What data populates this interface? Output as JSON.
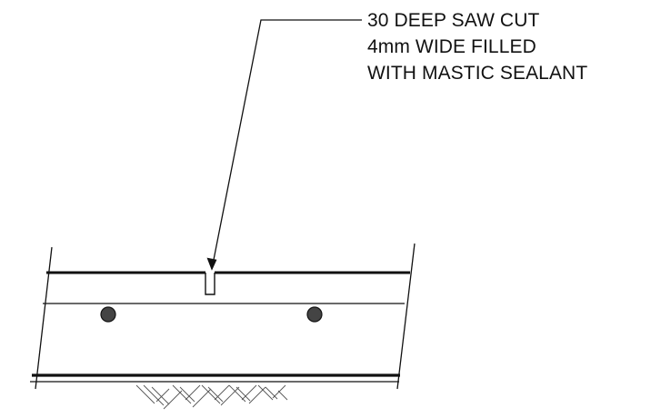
{
  "note": {
    "lines": [
      "30 DEEP SAW CUT",
      "4mm WIDE FILLED",
      "WITH MASTIC SEALANT"
    ]
  },
  "colors": {
    "ink": "#111111",
    "background": "#ffffff",
    "dowel_fill": "#444444"
  }
}
